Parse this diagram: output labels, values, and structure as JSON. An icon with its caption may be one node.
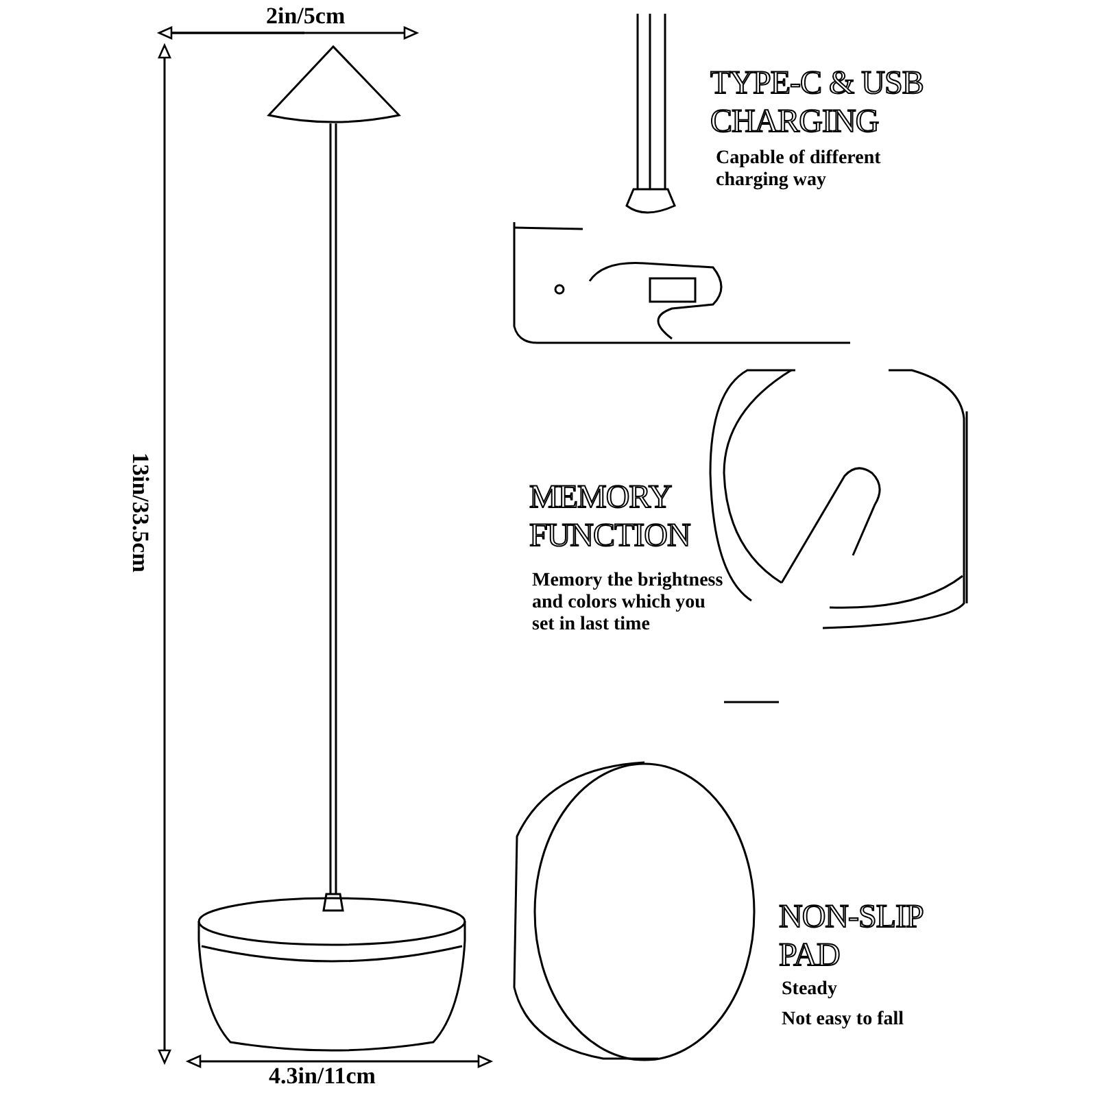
{
  "diagram": {
    "labels": [
      "2in/5cm",
      "TYPE-C & USB CHARGING",
      "Capable of different charging way",
      "13in/33.5cm",
      "MEMORY FUNCTION",
      "Memory the brightness and colors which you set in last time",
      "NON-SLIP PAD",
      "Steady",
      "Not easy to fall",
      "4.3in/11cm"
    ]
  }
}
